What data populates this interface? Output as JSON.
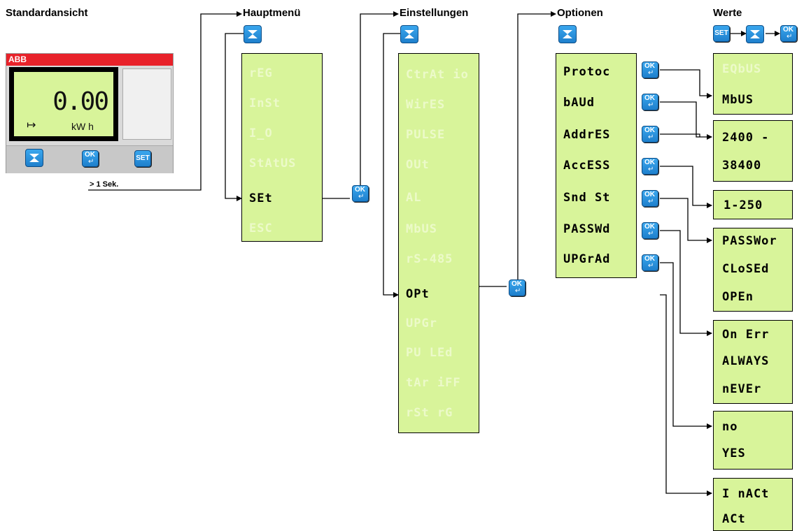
{
  "headers": {
    "standard": "Standardansicht",
    "main_menu": "Hauptmenü",
    "settings": "Einstellungen",
    "options": "Optionen",
    "values": "Werte"
  },
  "meter": {
    "brand": "ABB",
    "reading": "0.00",
    "unit": "kW h",
    "arrow": "↦",
    "set_label": "SET",
    "ok_label": "OK",
    "hold_note": "> 1 Sek."
  },
  "main_menu_items": [
    "rEG",
    "InSt",
    "I_O",
    "StAtUS",
    "SEt",
    "ESC"
  ],
  "main_menu_active": "SEt",
  "settings_items": [
    "CtrAt io",
    "WirES",
    "PULSE",
    "OUt",
    "AL",
    "MbUS",
    "rS-485",
    "OPt",
    "UPGr",
    "PU LEd",
    "tAr iFF",
    "rSt rG"
  ],
  "settings_active": "OPt",
  "options_items": [
    "Protoc",
    "bAUd",
    "AddrES",
    "AccESS",
    "Snd St",
    "PASSWd",
    "UPGrAd"
  ],
  "values_groups": [
    [
      "EQbUS",
      "MbUS"
    ],
    [
      "2400 -",
      "38400"
    ],
    [
      "1-250"
    ],
    [
      "PASSWor",
      "CLoSEd",
      "OPEn"
    ],
    [
      "On Err",
      "ALWAYS",
      "nEVEr"
    ],
    [
      "no",
      "YES"
    ],
    [
      "I nACt",
      "ACt"
    ]
  ],
  "colors": {
    "lcd_green": "#d8f49a",
    "brand_red": "#e8222a",
    "button_blue": "#2a8fe0"
  },
  "icons": {
    "down": "down-arrow-button-icon",
    "ok": "ok-enter-button-icon",
    "set": "set-button-icon"
  }
}
